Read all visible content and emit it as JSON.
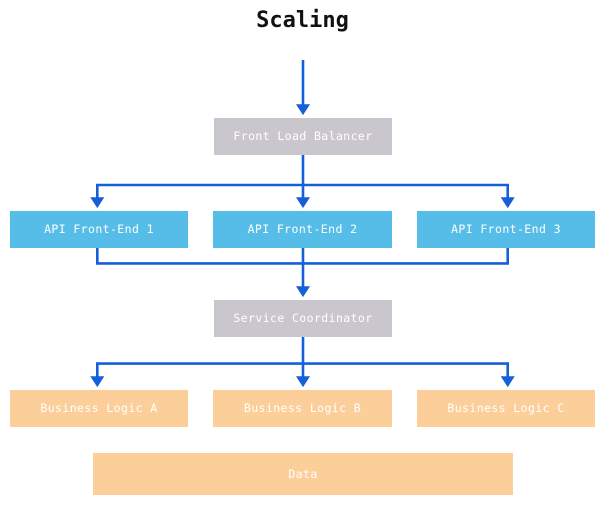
{
  "diagram": {
    "title": "Scaling",
    "type": "flowchart",
    "background": "#ffffff",
    "colors": {
      "gray_node": "#c9c6cd",
      "blue_node": "#56bde8",
      "peach_node": "#fccf9a",
      "connector": "#1560d8",
      "node_text": "#ffffff",
      "title_text": "#111111"
    },
    "nodes": {
      "front_load_balancer": "Front Load Balancer",
      "api_front_end_1": "API Front-End 1",
      "api_front_end_2": "API Front-End 2",
      "api_front_end_3": "API Front-End 3",
      "service_coordinator": "Service Coordinator",
      "business_logic_a": "Business Logic A",
      "business_logic_b": "Business Logic B",
      "business_logic_c": "Business Logic C",
      "data": "Data"
    },
    "edges": [
      {
        "from": "entry",
        "to": "front_load_balancer",
        "arrow": true
      },
      {
        "from": "front_load_balancer",
        "to": "api_front_end_1",
        "arrow": true
      },
      {
        "from": "front_load_balancer",
        "to": "api_front_end_2",
        "arrow": true
      },
      {
        "from": "front_load_balancer",
        "to": "api_front_end_3",
        "arrow": true
      },
      {
        "from": "api_front_end_1",
        "to": "service_coordinator",
        "arrow": true
      },
      {
        "from": "api_front_end_2",
        "to": "service_coordinator",
        "arrow": true
      },
      {
        "from": "api_front_end_3",
        "to": "service_coordinator",
        "arrow": true
      },
      {
        "from": "service_coordinator",
        "to": "business_logic_a",
        "arrow": true
      },
      {
        "from": "service_coordinator",
        "to": "business_logic_b",
        "arrow": true
      },
      {
        "from": "service_coordinator",
        "to": "business_logic_c",
        "arrow": true
      }
    ]
  }
}
